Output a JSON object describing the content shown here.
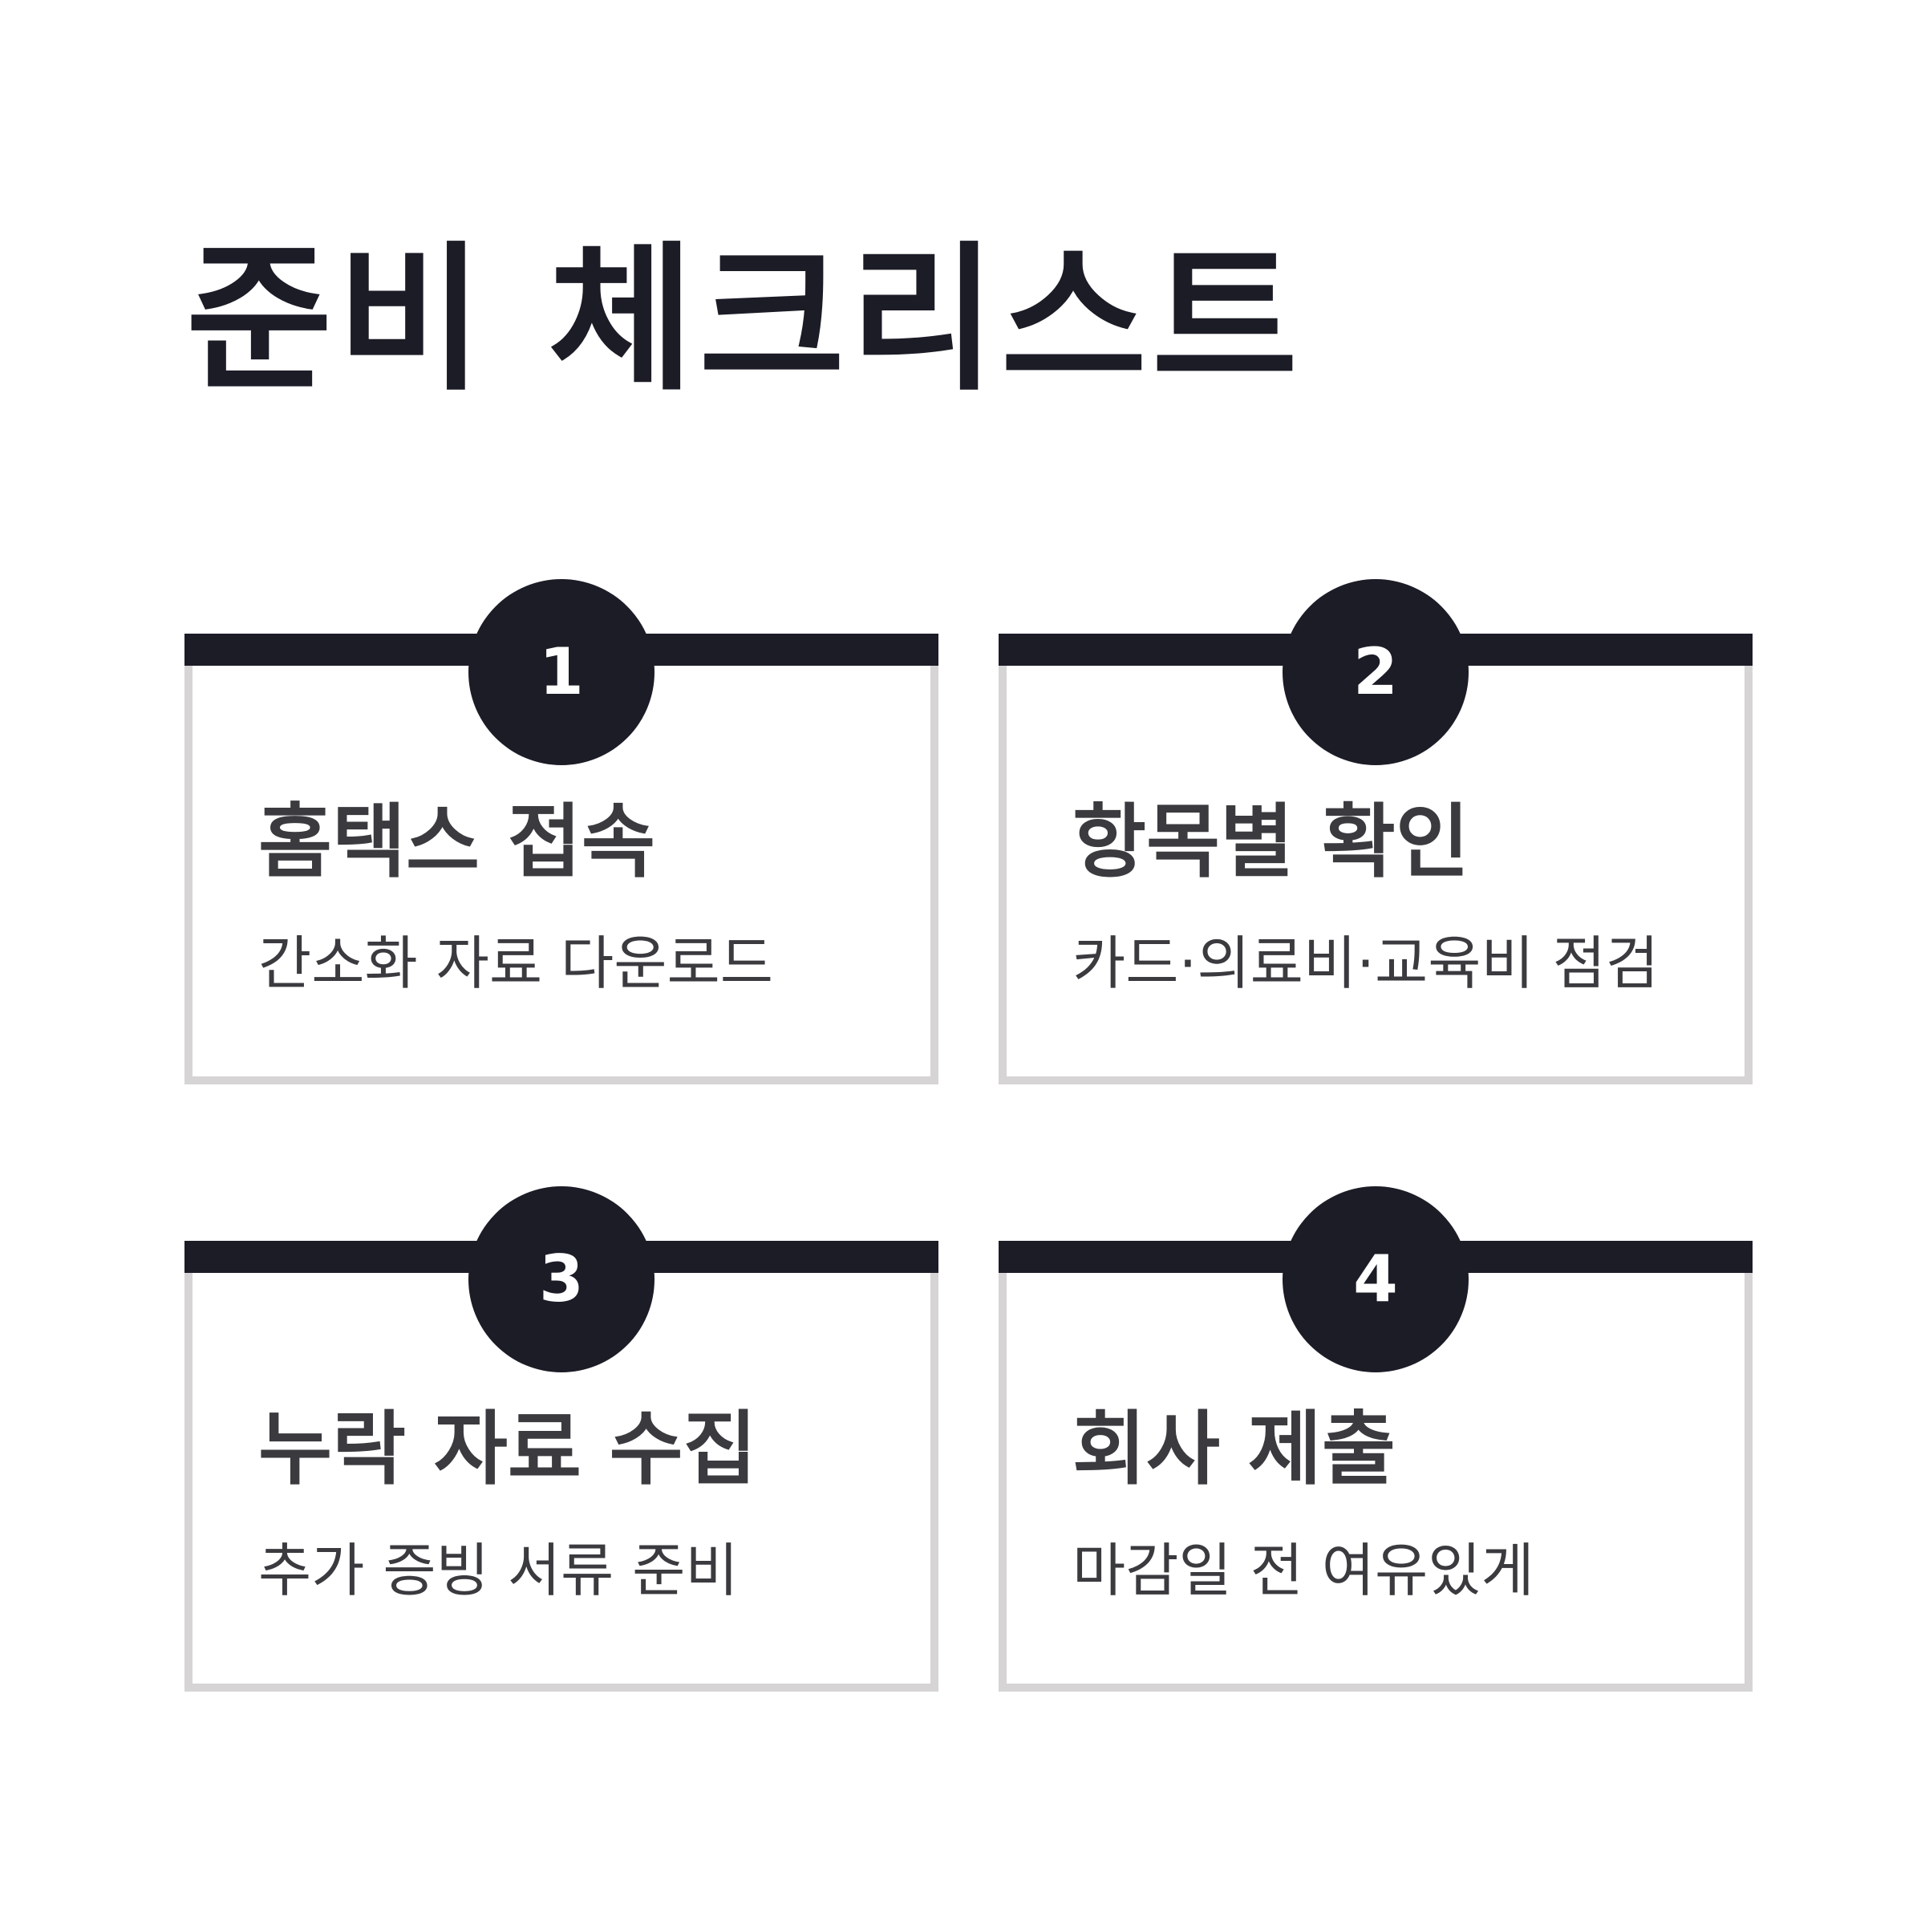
{
  "title": "준비 체크리스트",
  "steps": [
    {
      "number": "1",
      "title": "홈택스 접속",
      "description": "간소화 자료 다운로드"
    },
    {
      "number": "2",
      "title": "항목별 확인",
      "description": "카드·의료비·교육비 점검"
    },
    {
      "number": "3",
      "title": "누락 자료 수집",
      "description": "추가 증빙 서류 준비"
    },
    {
      "number": "4",
      "title": "회사 제출",
      "description": "마감일 전 여유있게"
    }
  ],
  "colors": {
    "accent": "#1c1c27",
    "text": "#3a3a3f",
    "border": "#d6d4d5",
    "background": "#ffffff"
  }
}
